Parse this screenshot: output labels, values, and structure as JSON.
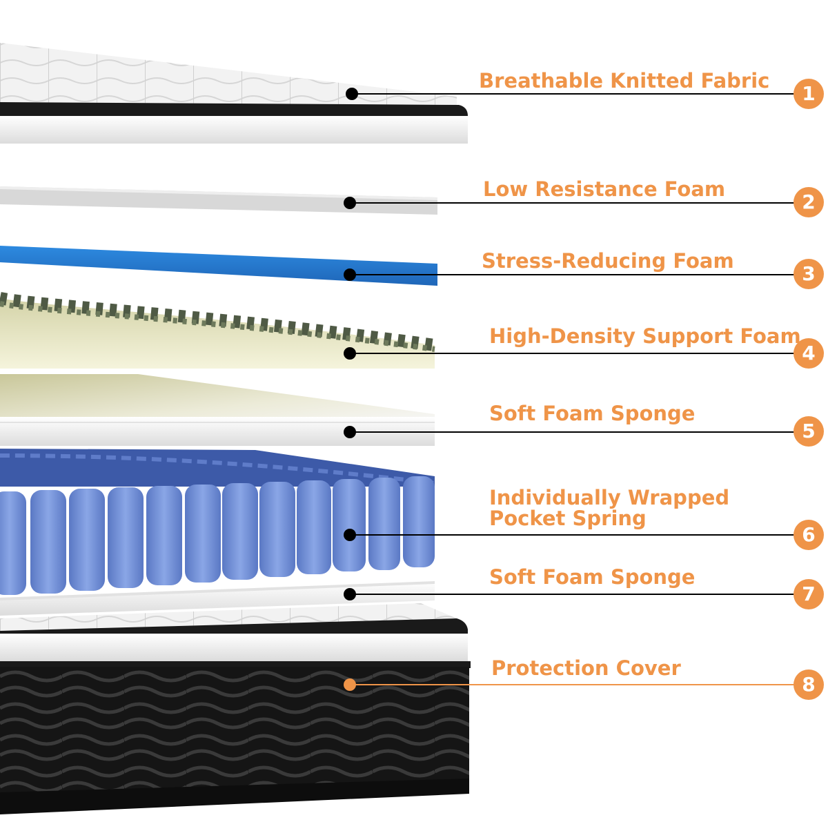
{
  "colors": {
    "accent": "#ef9448",
    "leader_line": "#000000",
    "fabric": "#f1f1f1",
    "low_resistance_foam": "#d9d9d9",
    "stress_reducing_foam": "#2f7fd0",
    "support_foam": "#efefcf",
    "support_foam_shadow": "#4f5a45",
    "soft_foam": "#f4f4f4",
    "pocket_spring": "#6f8fd8",
    "protection_cover": "#141414"
  },
  "layers": [
    {
      "number": "1",
      "label": "Breathable Knitted Fabric",
      "marker_color": "#000000"
    },
    {
      "number": "2",
      "label": "Low Resistance Foam",
      "marker_color": "#000000"
    },
    {
      "number": "3",
      "label": "Stress-Reducing Foam",
      "marker_color": "#000000"
    },
    {
      "number": "4",
      "label": "High-Density Support Foam",
      "marker_color": "#000000"
    },
    {
      "number": "5",
      "label": "Soft Foam Sponge",
      "marker_color": "#000000"
    },
    {
      "number": "6",
      "label_line1": "Individually Wrapped",
      "label_line2": "Pocket Spring",
      "marker_color": "#000000"
    },
    {
      "number": "7",
      "label": "Soft Foam Sponge",
      "marker_color": "#000000"
    },
    {
      "number": "8",
      "label": "Protection Cover",
      "marker_color": "#ef9448"
    }
  ]
}
